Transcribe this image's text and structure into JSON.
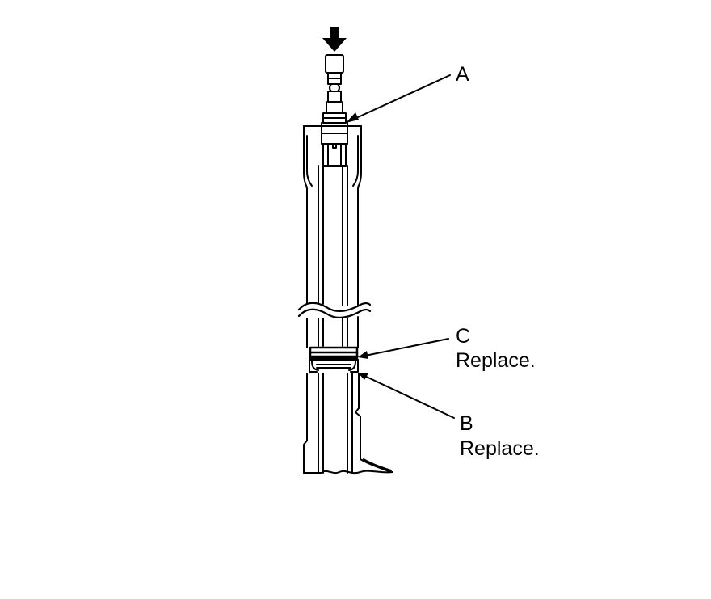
{
  "diagram": {
    "labels": {
      "a": {
        "letter": "A"
      },
      "c": {
        "letter": "C",
        "note": "Replace."
      },
      "b": {
        "letter": "B",
        "note": "Replace."
      }
    },
    "colors": {
      "line": "#000000",
      "background": "#ffffff"
    },
    "icons": {
      "press": "down-arrow-icon"
    }
  }
}
